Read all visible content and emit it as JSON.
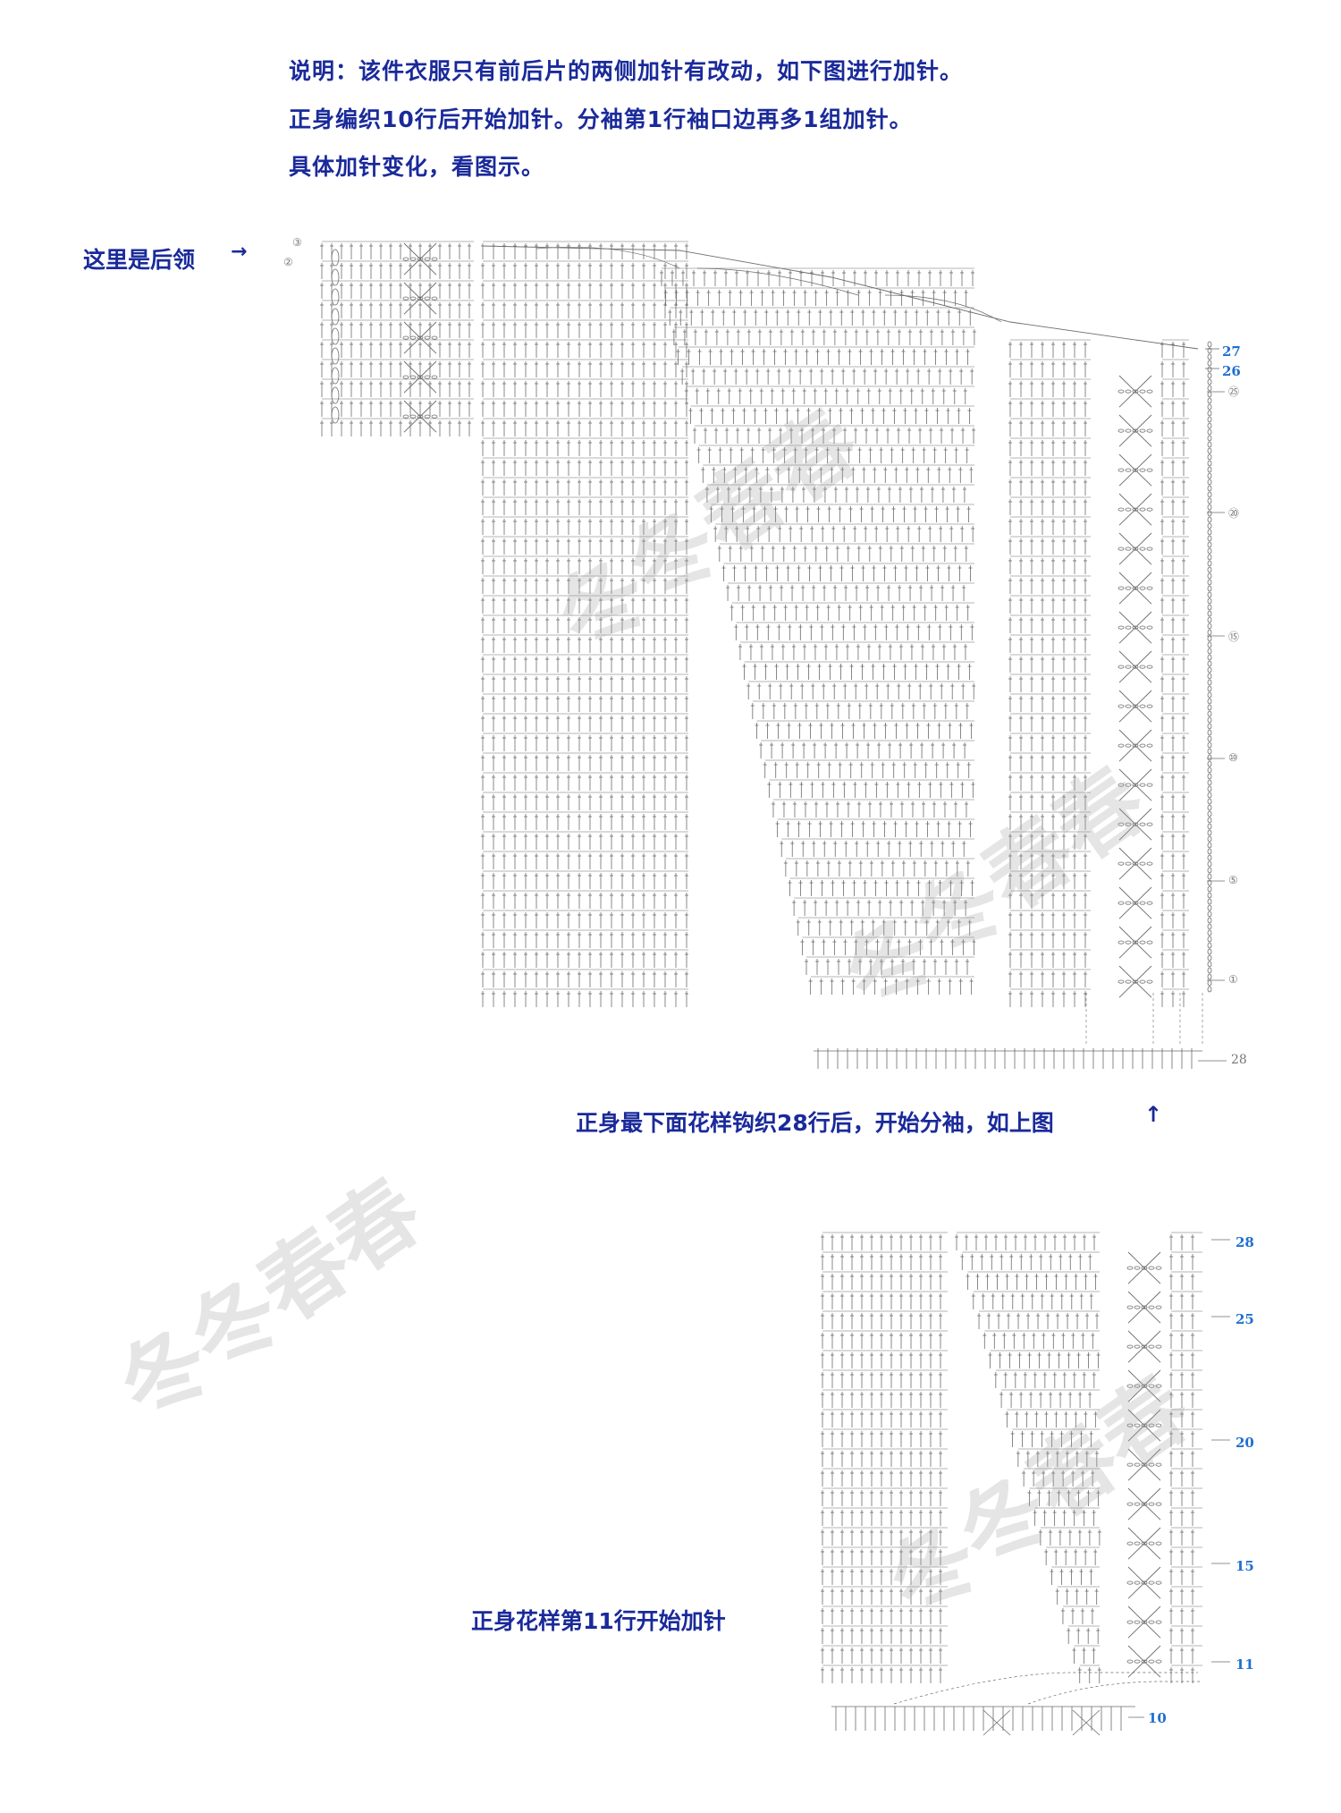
{
  "notes": [
    "说明：该件衣服只有前后片的两侧加针有改动，如下图进行加针。",
    "正身编织10行后开始加针。分袖第1行袖口边再多1组加针。",
    "具体加针变化，看图示。"
  ],
  "labels": {
    "back_neck": "这里是后领",
    "back_neck_arrow": "→",
    "split_sleeve": "正身最下面花样钩织28行后，开始分袖，如上图",
    "split_sleeve_arrow": "↑",
    "body_increase": "正身花样第11行开始加针"
  },
  "top_chart": {
    "row_labels": [
      "27",
      "26"
    ],
    "left_markers": [
      "③",
      "②"
    ],
    "circled_markers": [
      "㉕",
      "⑳",
      "⑮",
      "⑩",
      "⑤",
      "①"
    ],
    "bottom_row_label": "28"
  },
  "bottom_chart": {
    "row_labels": [
      "28",
      "25",
      "20",
      "15",
      "11",
      "10"
    ]
  },
  "watermark": "冬冬春春",
  "colors": {
    "text_blue": "#1a2a9a",
    "row_label_blue": "#1f6fd0",
    "stitch_gray": "#6b6b6b"
  }
}
